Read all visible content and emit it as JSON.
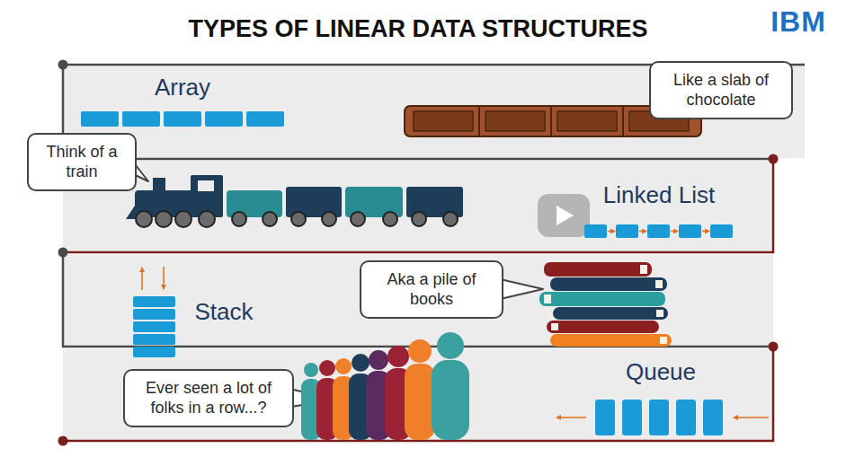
{
  "diagram": {
    "title": "TYPES OF LINEAR DATA STRUCTURES",
    "nodes": [
      {
        "text": [
          "Array"
        ]
      },
      {
        "text": [
          "Like a slab of chocolate"
        ],
        "in": 0
      },
      {
        "text": [
          "Think of a train"
        ]
      },
      {
        "text": [
          "Linked List"
        ]
      },
      {
        "text": [
          "Stack"
        ]
      },
      {
        "text": [
          "Aka a pile of books"
        ],
        "in": 4
      },
      {
        "text": [
          "Queue"
        ]
      },
      {
        "text": [
          "Ever seen a lot of folks in a row...?"
        ],
        "in": 6
      }
    ],
    "labels": [
      "IBM"
    ]
  }
}
